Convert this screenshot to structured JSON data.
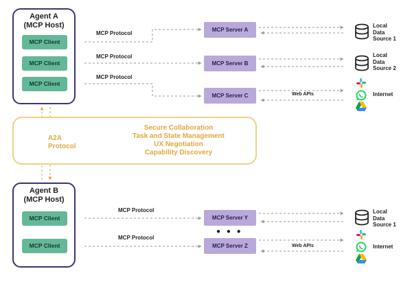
{
  "agent_a": {
    "title": "Agent A\n(MCP Host)",
    "clients": [
      "MCP Client",
      "MCP Client",
      "MCP Client"
    ]
  },
  "agent_b": {
    "title": "Agent B\n(MCP Host)",
    "clients": [
      "MCP Client",
      "MCP Client"
    ]
  },
  "protocol_label": "MCP Protocol",
  "web_apis_label": "Web APIs",
  "servers": {
    "a": "MCP Server A",
    "b": "MCP Server B",
    "c": "MCP Server C",
    "y": "MCP Server Y",
    "z": "MCP Server Z"
  },
  "ellipsis": "● ● ●",
  "data_sources": {
    "ds1": "Local\nData\nSource 1",
    "ds2": "Local\nData\nSource 2",
    "ds1_b": "Local\nData\nSource 1"
  },
  "internet_label": "Internet",
  "a2a": {
    "label": "A2A\nProtocol",
    "features": [
      "Secure Collaboration",
      "Task and State Management",
      "UX Negotiation",
      "Capability Discovery"
    ]
  },
  "colors": {
    "host_border": "#3a3470",
    "client": "#63b898",
    "server": "#b8a9da",
    "a2a": "#f0cf88",
    "a2a_text": "#e3a73f",
    "arrow": "#9a9a9a"
  },
  "icons": [
    "database-icon",
    "slack-icon",
    "whatsapp-icon",
    "google-drive-icon"
  ]
}
